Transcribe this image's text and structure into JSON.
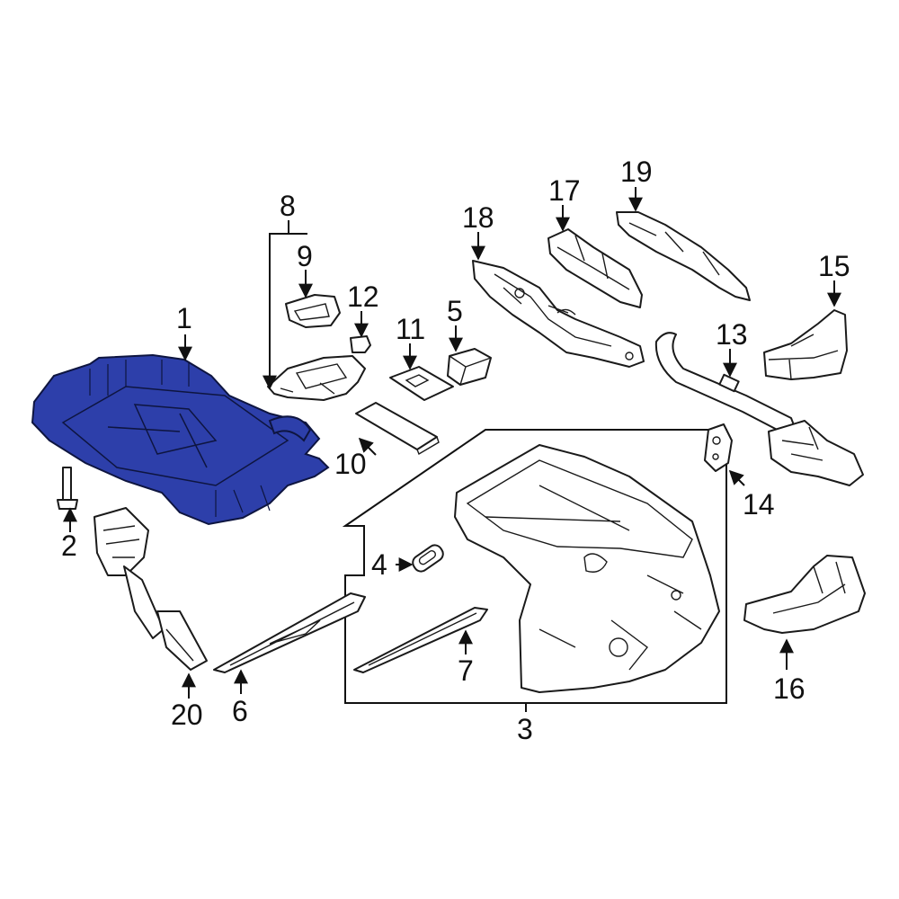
{
  "diagram": {
    "highlight_color": "#2d3faa",
    "callouts": [
      "1",
      "2",
      "3",
      "4",
      "5",
      "6",
      "7",
      "8",
      "9",
      "10",
      "11",
      "12",
      "13",
      "14",
      "15",
      "16",
      "17",
      "18",
      "19",
      "20"
    ],
    "highlighted_part": "1"
  }
}
